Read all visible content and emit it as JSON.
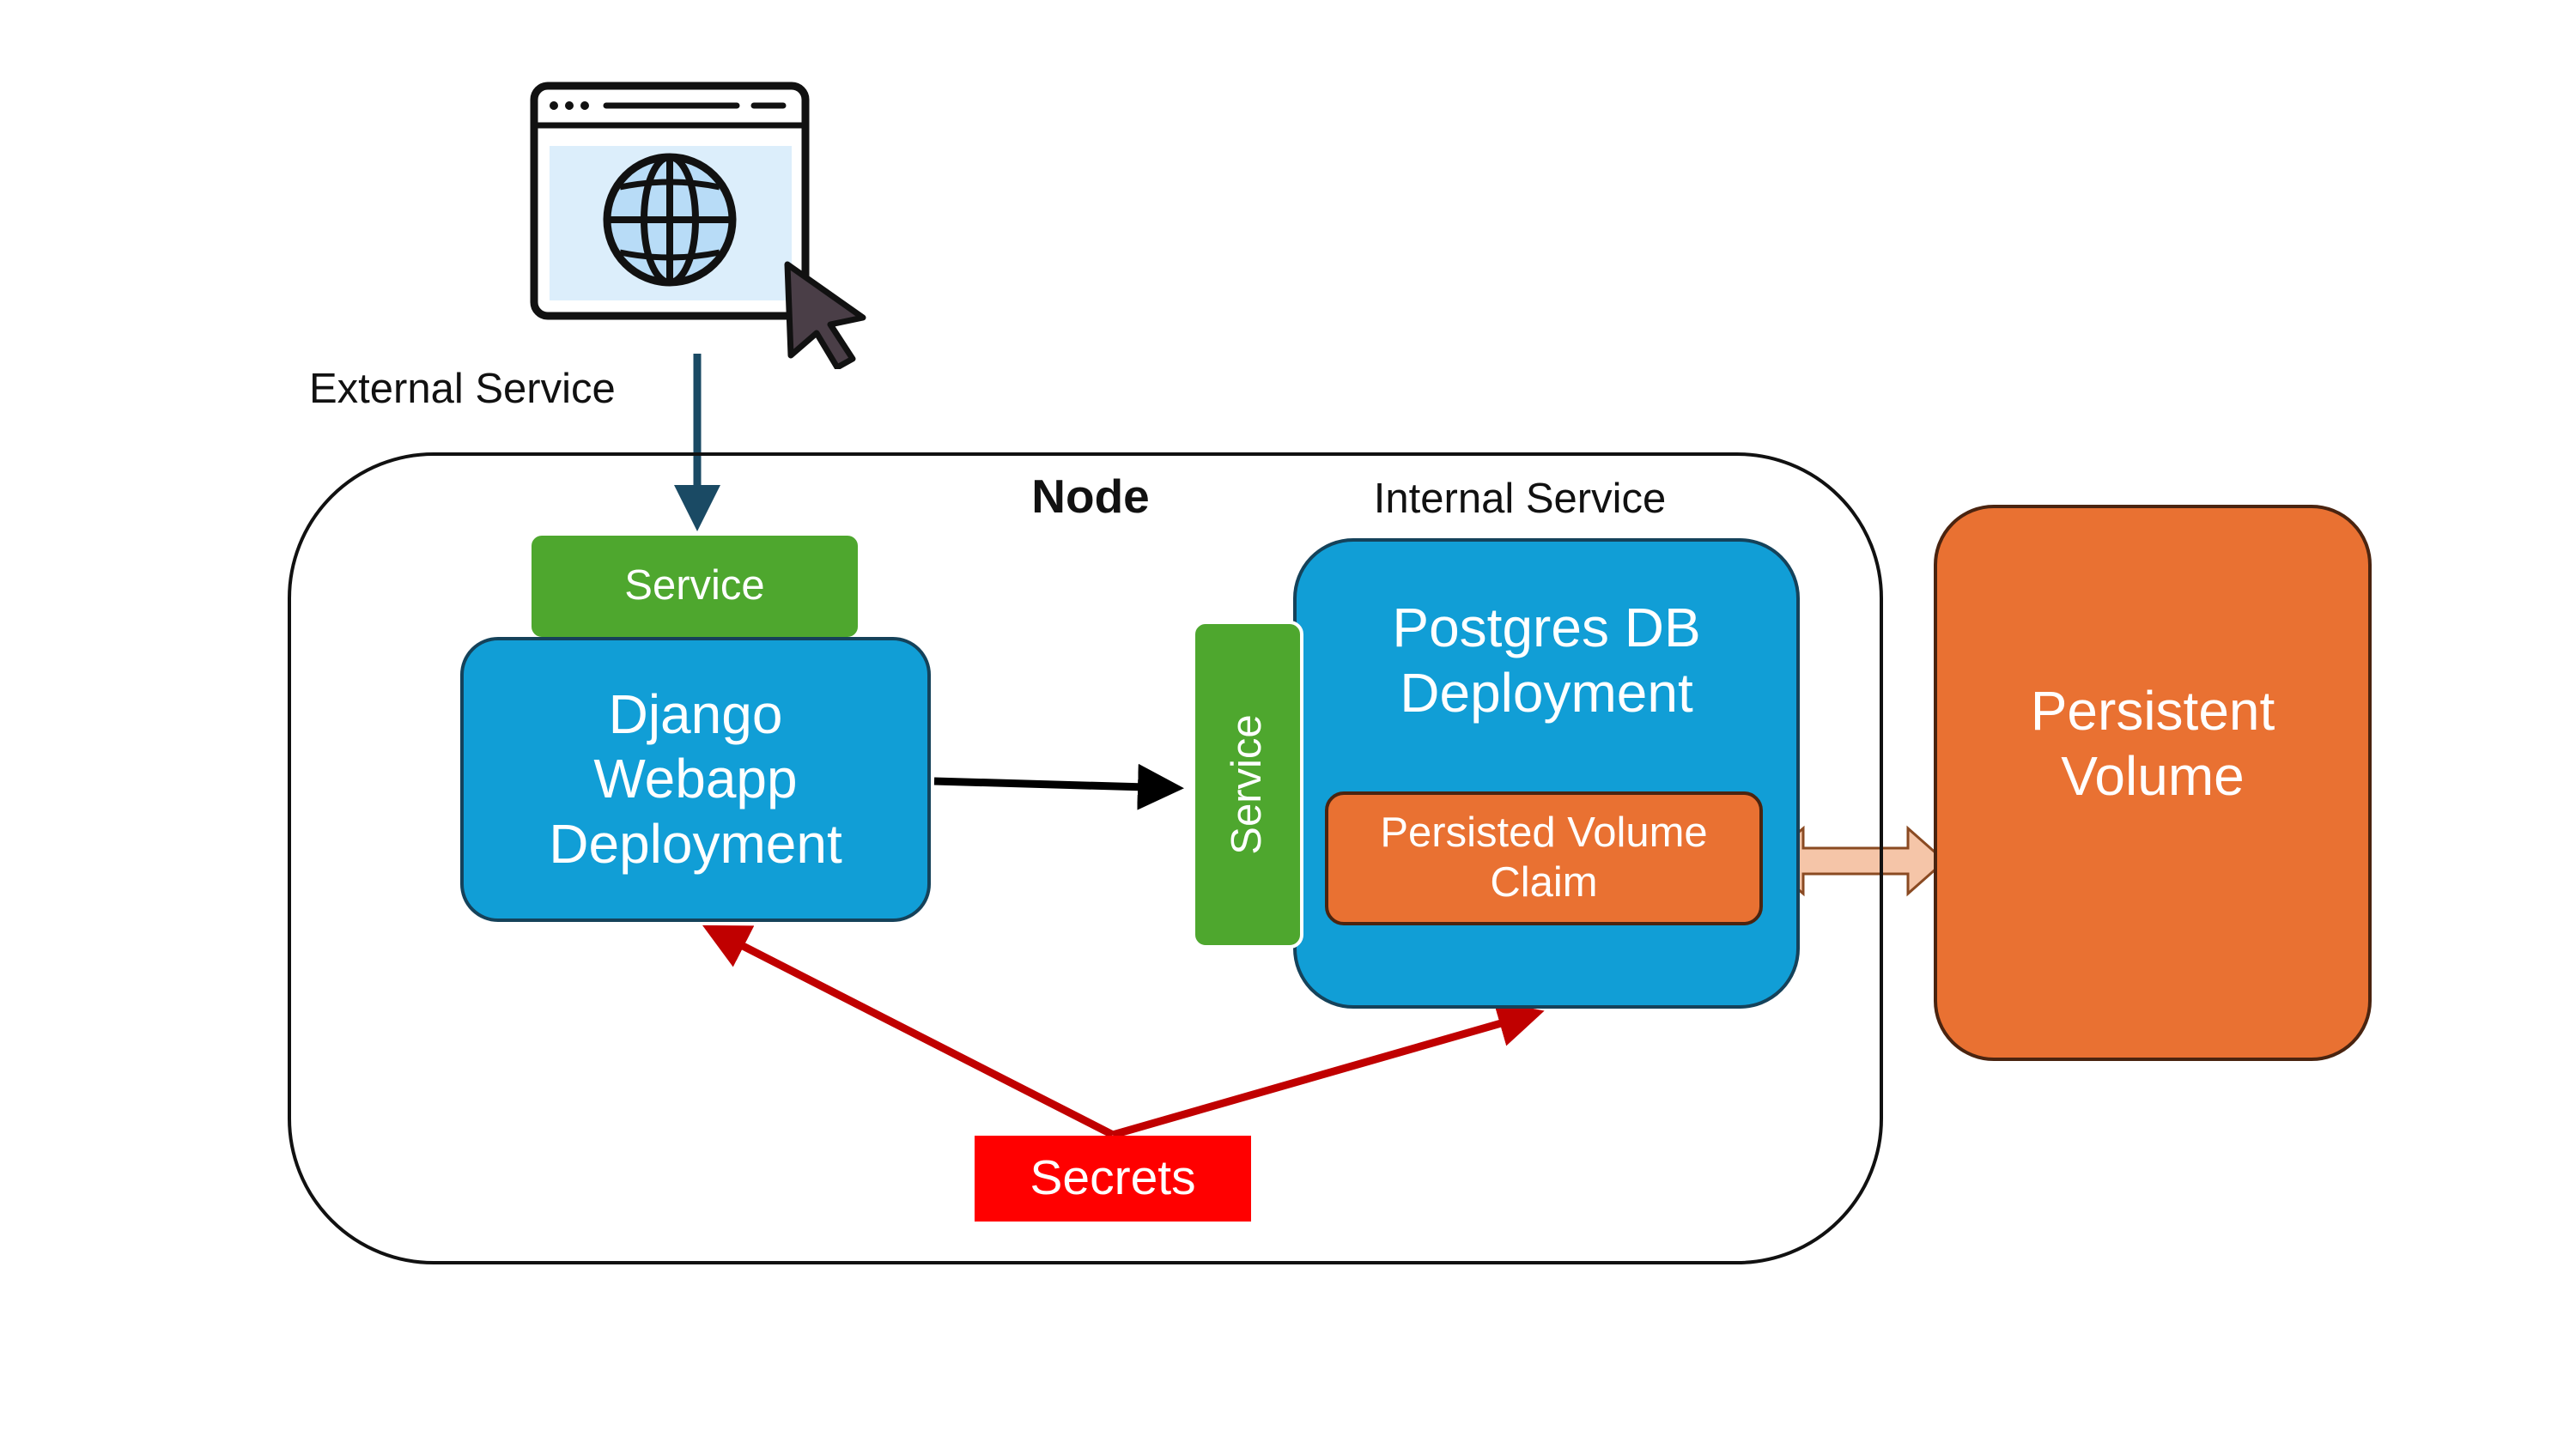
{
  "labels": {
    "external_service": "External Service",
    "node": "Node",
    "internal_service": "Internal Service",
    "django_service": "Service",
    "django_deployment": "Django\nWebapp\nDeployment",
    "postgres_service": "Service",
    "postgres_deployment": "Postgres DB\nDeployment",
    "pvc": "Persisted Volume\nClaim",
    "persistent_volume": "Persistent\nVolume",
    "secrets": "Secrets"
  },
  "colors": {
    "deployment_blue": "#119ed6",
    "service_green": "#4ea72e",
    "storage_orange": "#e97132",
    "secrets_red": "#ff0000",
    "secret_arrow": "#c00000",
    "external_arrow": "#1a4a64",
    "bidirectional_arrow": "#f5c5a8"
  },
  "icons": {
    "browser": "browser-window-globe-icon",
    "cursor": "mouse-pointer-icon"
  }
}
